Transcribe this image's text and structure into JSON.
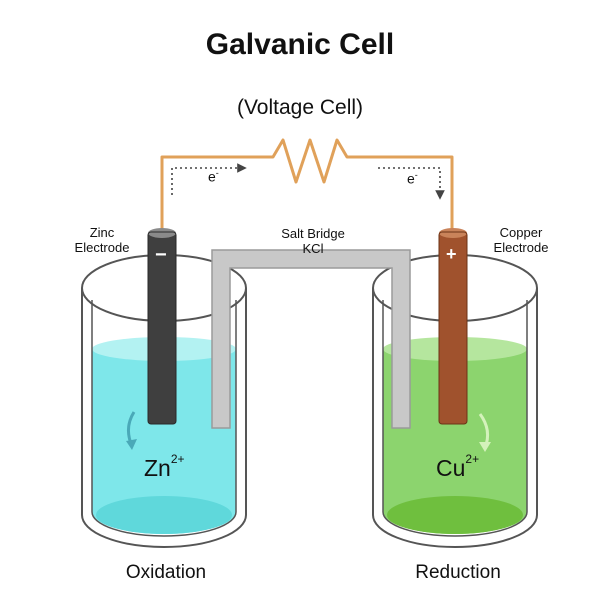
{
  "title": "Galvanic Cell",
  "subtitle": "(Voltage Cell)",
  "anode": {
    "label_line1": "Zinc",
    "label_line2": "Electrode",
    "sign": "−",
    "ion": "Zn",
    "ion_charge": "2+",
    "process": "Oxidation",
    "electrode_color": "#3f3f3f",
    "solution_color": "#7ee7ea"
  },
  "cathode": {
    "label_line1": "Copper",
    "label_line2": "Electrode",
    "sign": "+",
    "ion": "Cu",
    "ion_charge": "2+",
    "process": "Reduction",
    "electrode_color": "#a0522d",
    "solution_color": "#8cd46e"
  },
  "salt_bridge": {
    "label_line1": "Salt Bridge",
    "label_line2": "KCl"
  },
  "electron_left": {
    "symbol": "e",
    "charge": "-"
  },
  "electron_right": {
    "symbol": "e",
    "charge": "-"
  },
  "colors": {
    "wire": "#e0a15a",
    "bridge": "#c8c8c8",
    "glass": "#555555"
  }
}
